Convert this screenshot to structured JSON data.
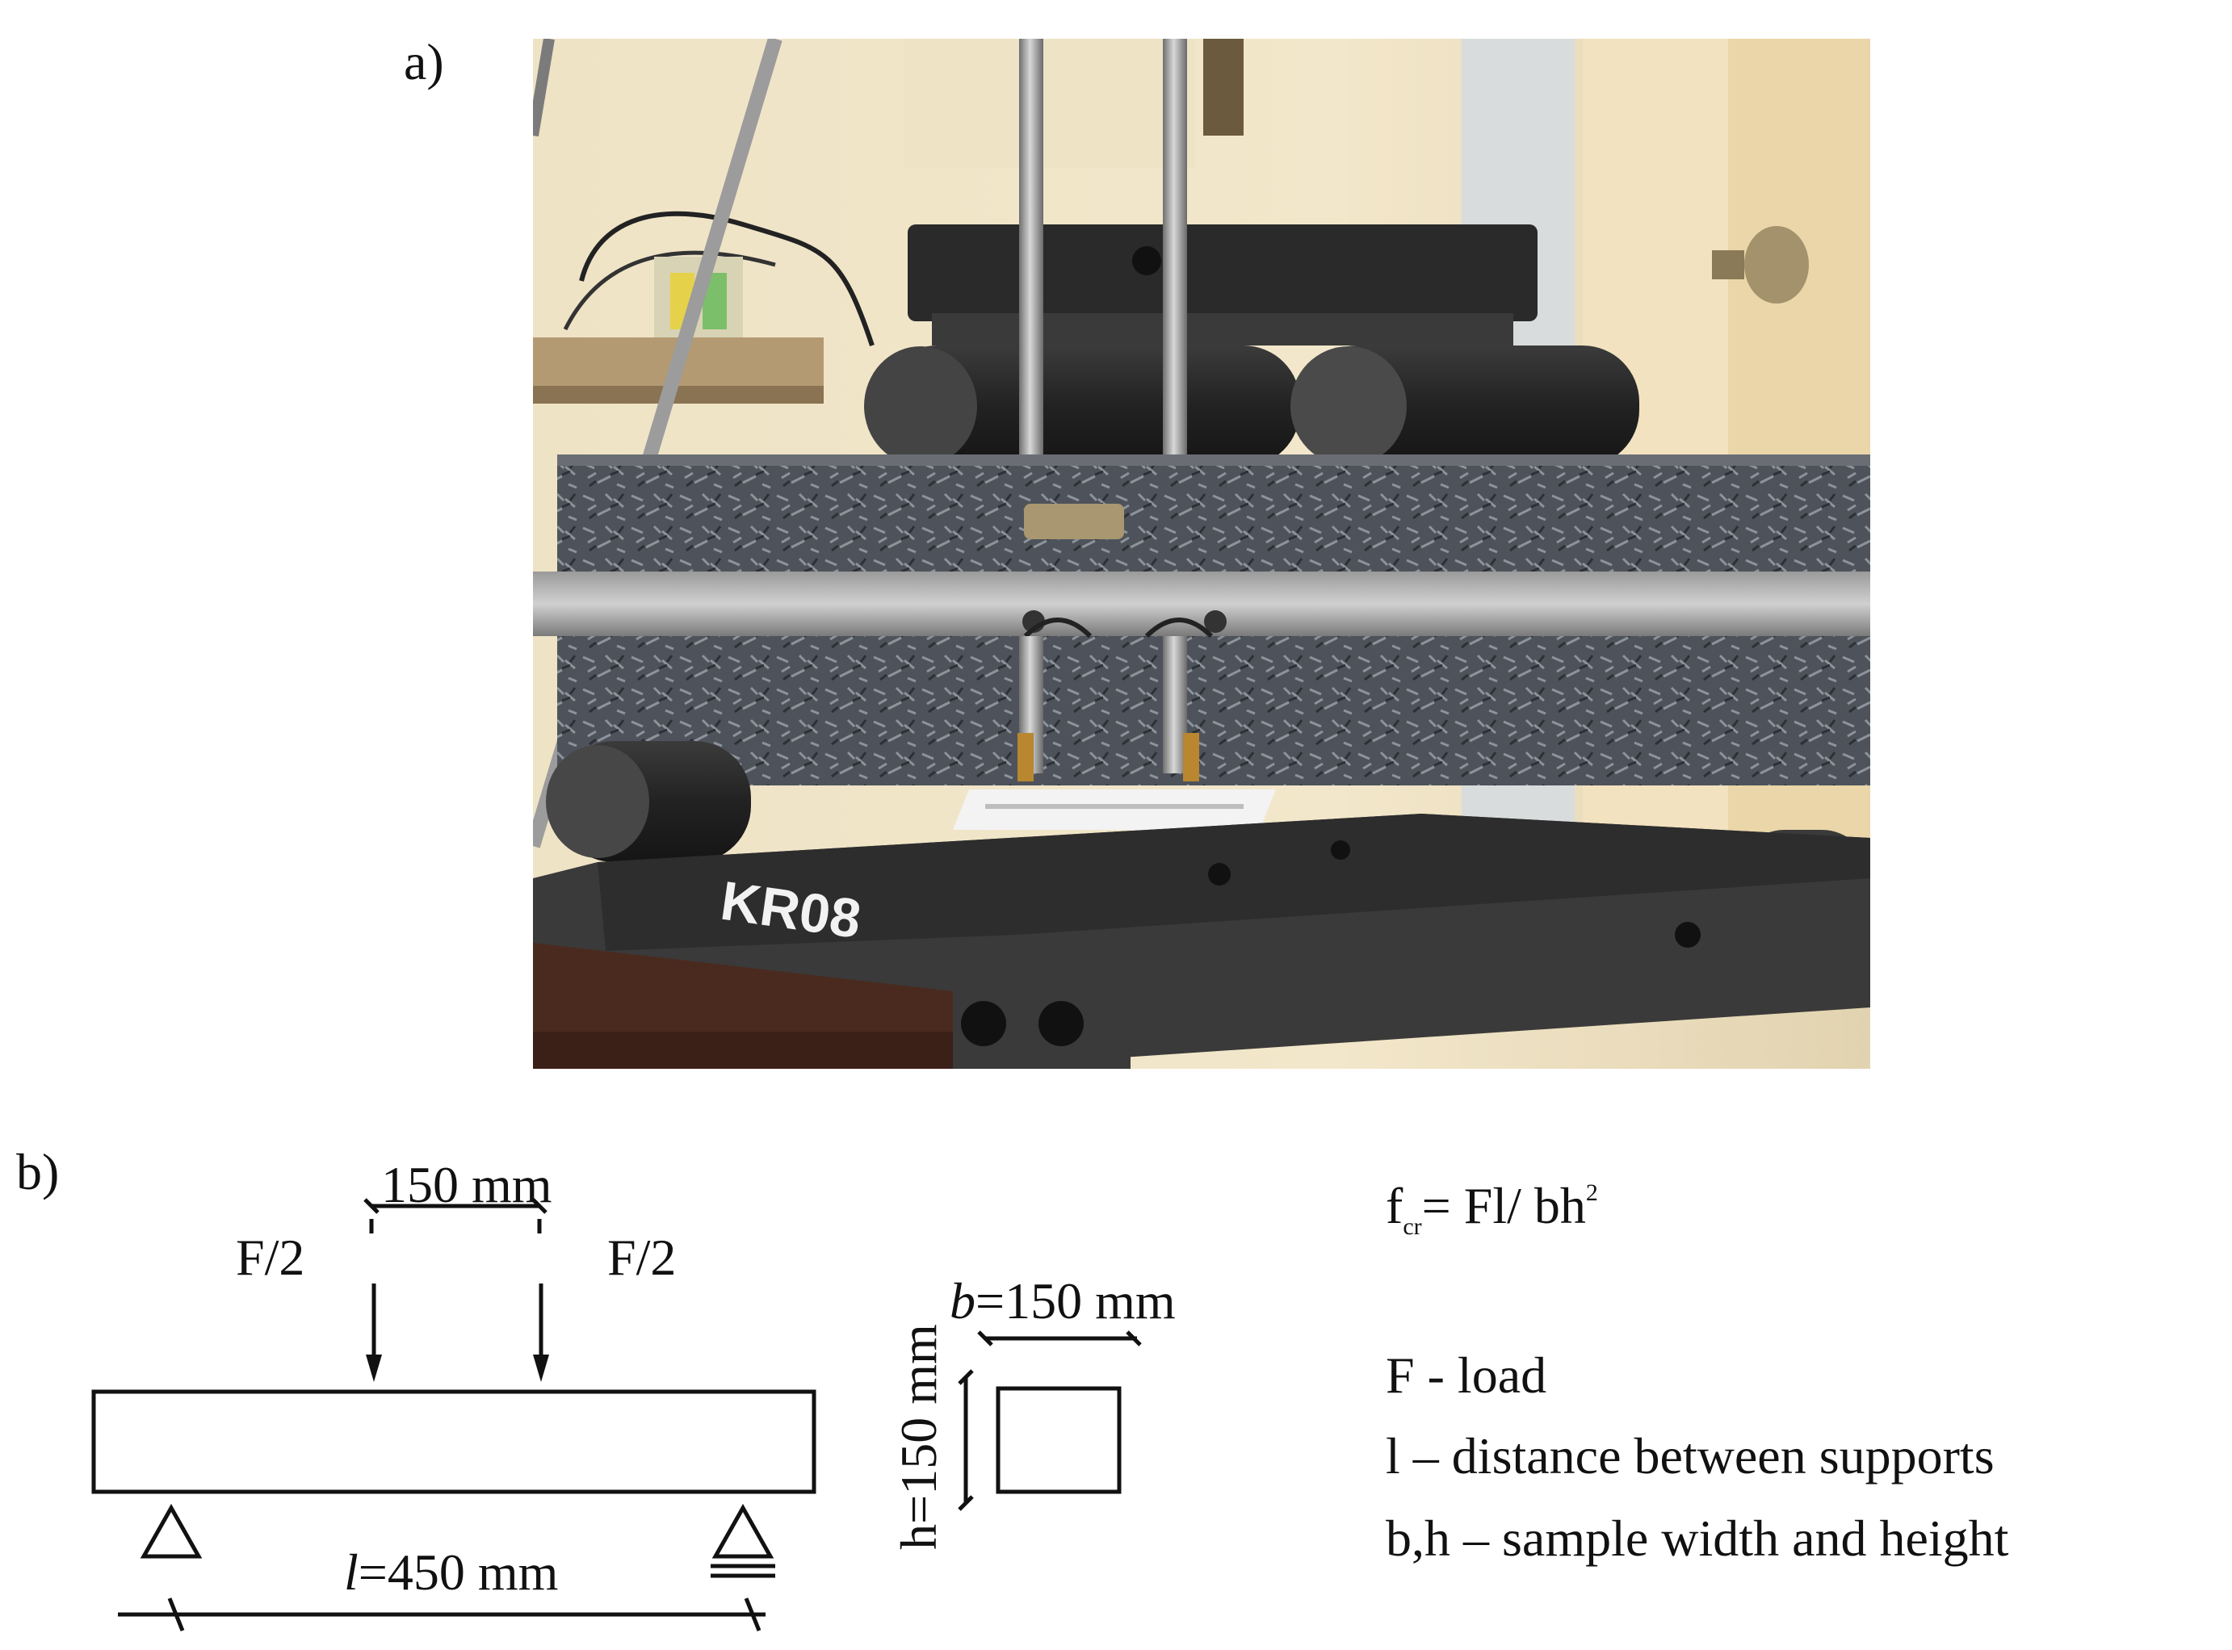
{
  "panels": {
    "a_label": "a)",
    "b_label": "b)"
  },
  "photo": {
    "specimen_marking": "KR08"
  },
  "diagram": {
    "load_spacing": "150 mm",
    "load_left": "F/2",
    "load_right": "F/2",
    "span_symbol": "l",
    "span_value": "=450 mm",
    "width_symbol": "b",
    "width_value": "=150 mm",
    "height_label": "h=150 mm"
  },
  "legend": {
    "formula_main": "f",
    "formula_sub": "cr",
    "formula_rhs": "= Fl/ bh",
    "formula_sup": "2",
    "f_def": "F - load",
    "l_def": "l – distance between supports",
    "bh_def": "b,h – sample width and height"
  }
}
